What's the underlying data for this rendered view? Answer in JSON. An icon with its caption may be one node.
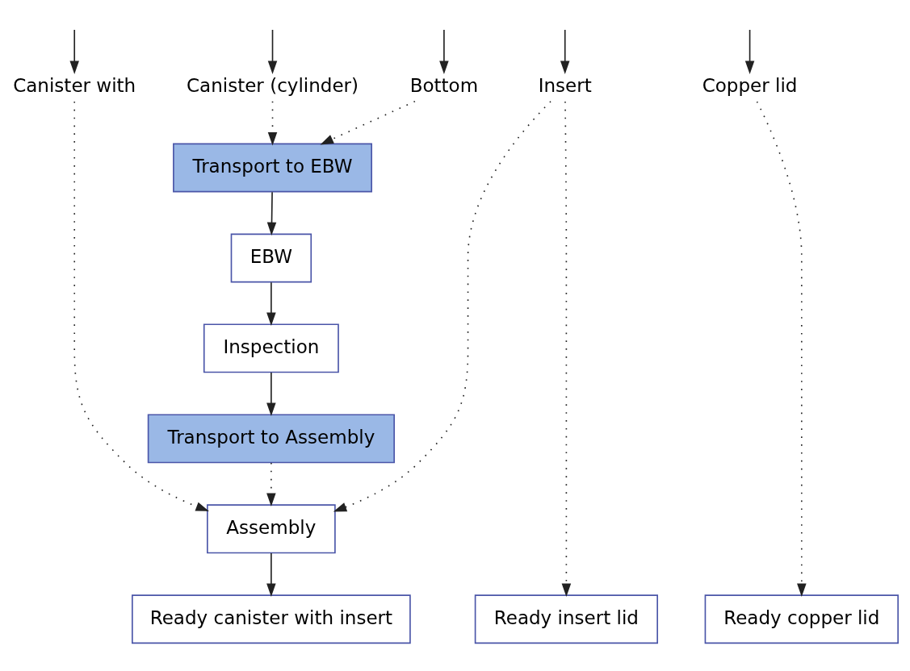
{
  "diagram": {
    "nodes": [
      {
        "text": [
          "Canister with"
        ]
      },
      {
        "text": [
          "Canister (cylinder)"
        ]
      },
      {
        "text": [
          "Bottom"
        ]
      },
      {
        "text": [
          "Insert"
        ]
      },
      {
        "text": [
          "Copper lid"
        ]
      },
      {
        "text": [
          "Transport to EBW"
        ]
      },
      {
        "text": [
          "EBW"
        ]
      },
      {
        "text": [
          "Inspection"
        ]
      },
      {
        "text": [
          "Transport to Assembly"
        ]
      },
      {
        "text": [
          "Assembly"
        ]
      },
      {
        "text": [
          "Ready canister with insert"
        ]
      },
      {
        "text": [
          "Ready insert lid"
        ]
      },
      {
        "text": [
          "Ready copper lid"
        ]
      }
    ],
    "edges": [
      {
        "from": null,
        "to": 0,
        "arrow": "to"
      },
      {
        "from": null,
        "to": 1,
        "arrow": "to"
      },
      {
        "from": null,
        "to": 2,
        "arrow": "to"
      },
      {
        "from": null,
        "to": 3,
        "arrow": "to"
      },
      {
        "from": null,
        "to": 4,
        "arrow": "to"
      },
      {
        "from": 1,
        "to": 5,
        "arrow": "to",
        "style": "dashed"
      },
      {
        "from": 2,
        "to": 5,
        "arrow": "to",
        "style": "dashed"
      },
      {
        "from": 5,
        "to": 6,
        "arrow": "to"
      },
      {
        "from": 6,
        "to": 7,
        "arrow": "to"
      },
      {
        "from": 7,
        "to": 8,
        "arrow": "to"
      },
      {
        "from": 0,
        "to": 9,
        "arrow": "to",
        "style": "dashed"
      },
      {
        "from": 8,
        "to": 9,
        "arrow": "to",
        "style": "dashed"
      },
      {
        "from": 3,
        "to": 9,
        "arrow": "to",
        "style": "dashed"
      },
      {
        "from": 9,
        "to": 10,
        "arrow": "to"
      },
      {
        "from": 3,
        "to": 11,
        "arrow": "to",
        "style": "dashed"
      },
      {
        "from": 4,
        "to": 12,
        "arrow": "to",
        "style": "dashed"
      }
    ]
  }
}
